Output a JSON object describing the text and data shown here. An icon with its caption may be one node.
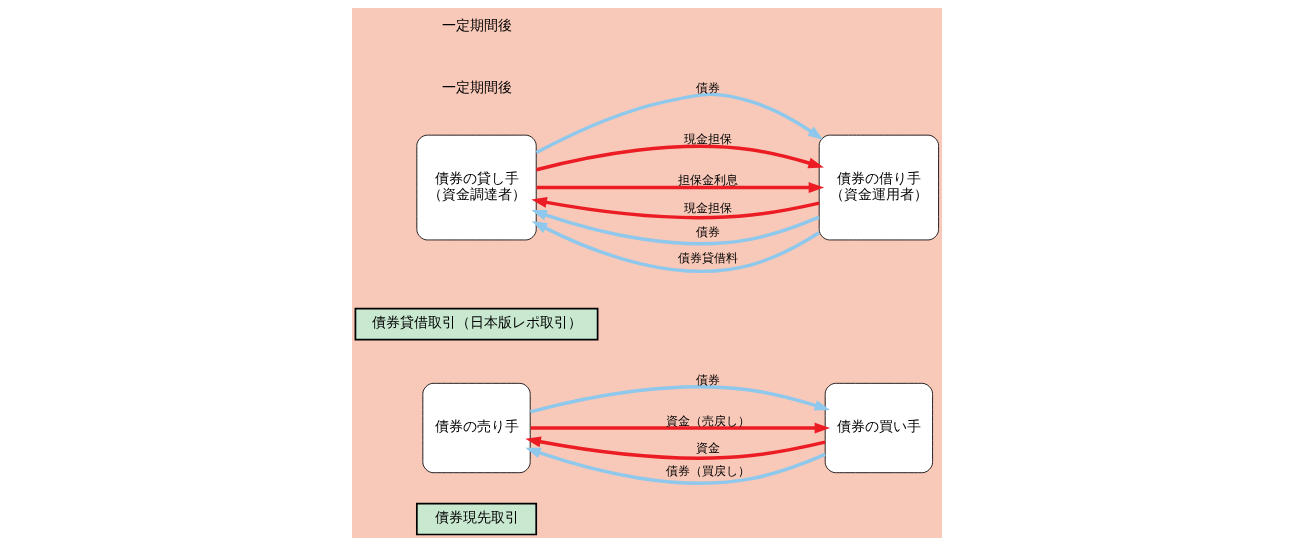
{
  "diagram": {
    "nodes": [
      {
        "text": [
          "債券現先取引"
        ]
      },
      {
        "text": [
          "債券の売り手"
        ]
      },
      {
        "text": [
          "債券の買い手"
        ]
      },
      {
        "text": [
          "債券貸借取引（日本版レポ取引）"
        ]
      },
      {
        "text": [
          "債券の貸し手",
          "（資金調達者）"
        ]
      },
      {
        "text": [
          "債券の借り手",
          "（資金運用者）"
        ]
      }
    ],
    "edges": [
      {
        "from": 1,
        "to": 2,
        "arrow": "to",
        "label": "債券",
        "color": "#8ec8ec"
      },
      {
        "from": 2,
        "to": 1,
        "arrow": "to",
        "label": "資金",
        "color": "#ec1c24"
      },
      {
        "from": 2,
        "to": 1,
        "arrow": "to",
        "label": "債券（買戻し）",
        "color": "#8ec8ec"
      },
      {
        "from": 1,
        "to": 2,
        "arrow": "to",
        "label": "資金（売戻し）",
        "color": "#ec1c24"
      },
      {
        "from": 4,
        "to": 5,
        "arrow": "to",
        "label": "債券",
        "color": "#8ec8ec"
      },
      {
        "from": 5,
        "to": 4,
        "arrow": "to",
        "label": "現金担保",
        "color": "#ec1c24"
      },
      {
        "from": 5,
        "to": 4,
        "arrow": "to",
        "label": "債券",
        "color": "#8ec8ec"
      },
      {
        "from": 5,
        "to": 4,
        "arrow": "to",
        "label": "債券貸借料",
        "color": "#8ec8ec"
      },
      {
        "from": 4,
        "to": 5,
        "arrow": "to",
        "label": "現金担保",
        "color": "#ec1c24"
      },
      {
        "from": 4,
        "to": 5,
        "arrow": "to",
        "label": "担保金利息",
        "color": "#ec1c24"
      }
    ],
    "labels": [
      "一定期間後",
      "一定期間後"
    ]
  }
}
